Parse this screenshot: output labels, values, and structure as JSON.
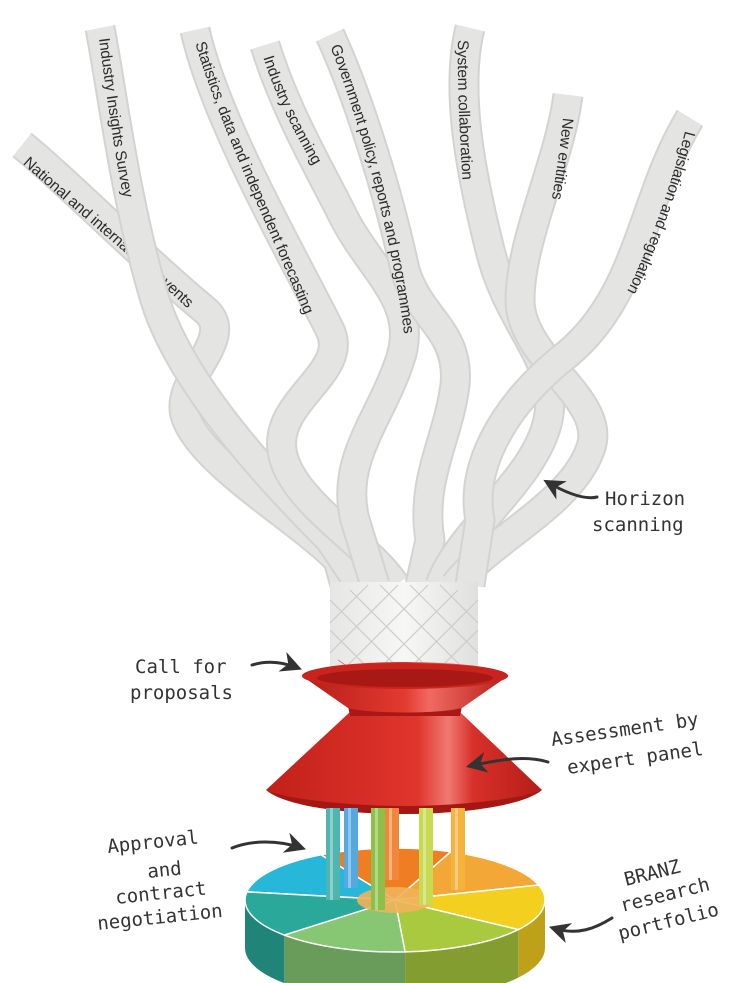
{
  "streams": [
    "National and international events",
    "Industry Insights Survey",
    "Statistics, data and independent forecasting",
    "Industry scanning",
    "Government policy, reports and programmes",
    "System collaboration",
    "New entities",
    "Legislation and regulation"
  ],
  "annotations": {
    "horizon": [
      "Horizon",
      "scanning"
    ],
    "call": [
      "Call for",
      "proposals"
    ],
    "assessment": [
      "Assessment by",
      "expert panel"
    ],
    "approval": [
      "Approval",
      "and",
      "contract",
      "negotiation"
    ],
    "portfolio": [
      "BRANZ",
      "research",
      "portfolio"
    ]
  },
  "colors": {
    "ribbon": "#e4e4e2",
    "ribbon_back": "#d3d3d1",
    "funnel_red": "#d62a22",
    "funnel_dark": "#b01a16",
    "pipe_colors": [
      "#4fb5b0",
      "#56a9de",
      "#8dc04b",
      "#f0873a",
      "#c7da52",
      "#f5b33d"
    ],
    "pie_colors": [
      "#27b7d8",
      "#ef7e22",
      "#f2a737",
      "#f3cf1f",
      "#a9c93e",
      "#87c773",
      "#2aa99b"
    ]
  }
}
